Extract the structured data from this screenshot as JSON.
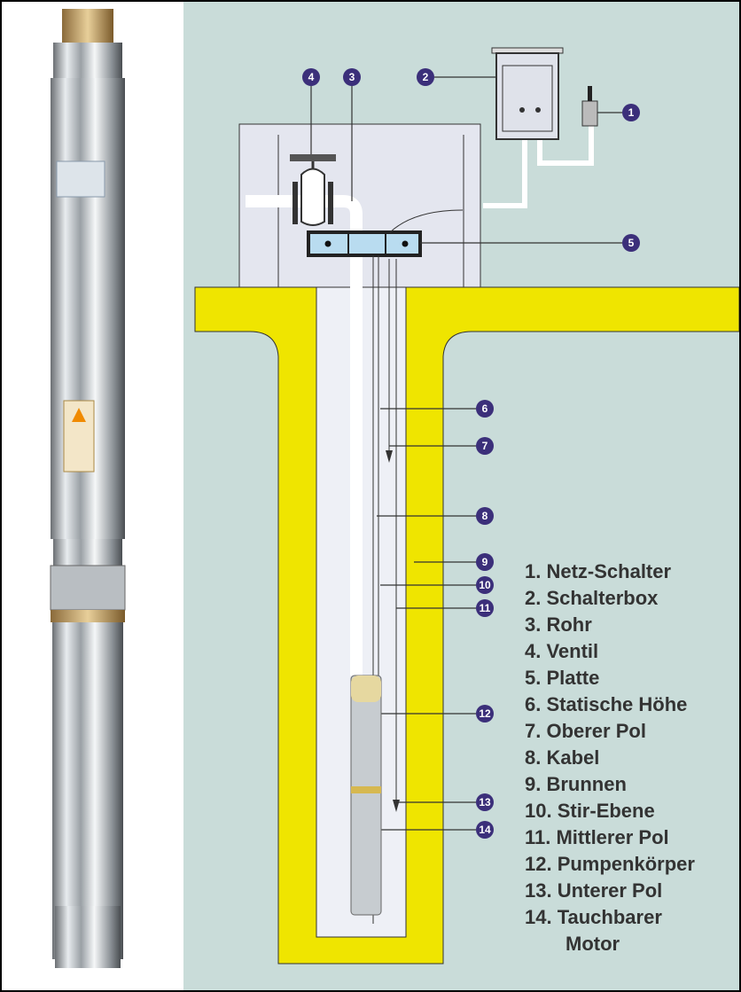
{
  "legend": [
    "1. Netz-Schalter",
    "2. Schalterbox",
    "3. Rohr",
    "4. Ventil",
    "5. Platte",
    "6. Statische Höhe",
    "7. Oberer Pol",
    "8. Kabel",
    "9. Brunnen",
    "10. Stir-Ebene",
    "11. Mittlerer Pol",
    "12. Pumpenkörper",
    "13. Unterer Pol",
    "14. Tauchbarer",
    "Motor"
  ],
  "markers": [
    "1",
    "2",
    "3",
    "4",
    "5",
    "6",
    "7",
    "8",
    "9",
    "10",
    "11",
    "12",
    "13",
    "14"
  ],
  "colors": {
    "background": "#c9dcd9",
    "yellow": "#f0e600",
    "marker": "#3b2f7a"
  }
}
